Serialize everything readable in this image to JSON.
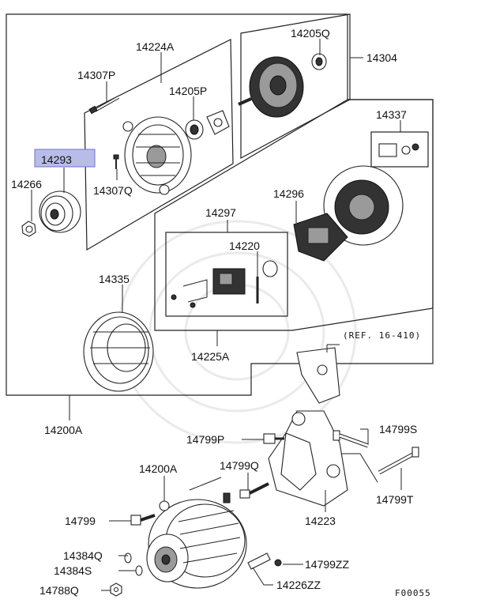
{
  "diagram": {
    "highlight_color": "#b8bde8",
    "figure_code": "F00055",
    "reference_note": "(REF. 16-410)",
    "labels": {
      "p14224A": "14224A",
      "p14205Q": "14205Q",
      "p14304": "14304",
      "p14307P": "14307P",
      "p14205P": "14205P",
      "p14337": "14337",
      "p14293": "14293",
      "p14266": "14266",
      "p14307Q": "14307Q",
      "p14296": "14296",
      "p14297": "14297",
      "p14220": "14220",
      "p14335": "14335",
      "p14225A": "14225A",
      "p14200A_top": "14200A",
      "p14799P": "14799P",
      "p14799S": "14799S",
      "p14200A_bottom": "14200A",
      "p14799Q": "14799Q",
      "p14799": "14799",
      "p14223": "14223",
      "p14799T": "14799T",
      "p14384Q": "14384Q",
      "p14384S": "14384S",
      "p14799ZZ": "14799ZZ",
      "p14788Q": "14788Q",
      "p14226ZZ": "14226ZZ"
    }
  }
}
